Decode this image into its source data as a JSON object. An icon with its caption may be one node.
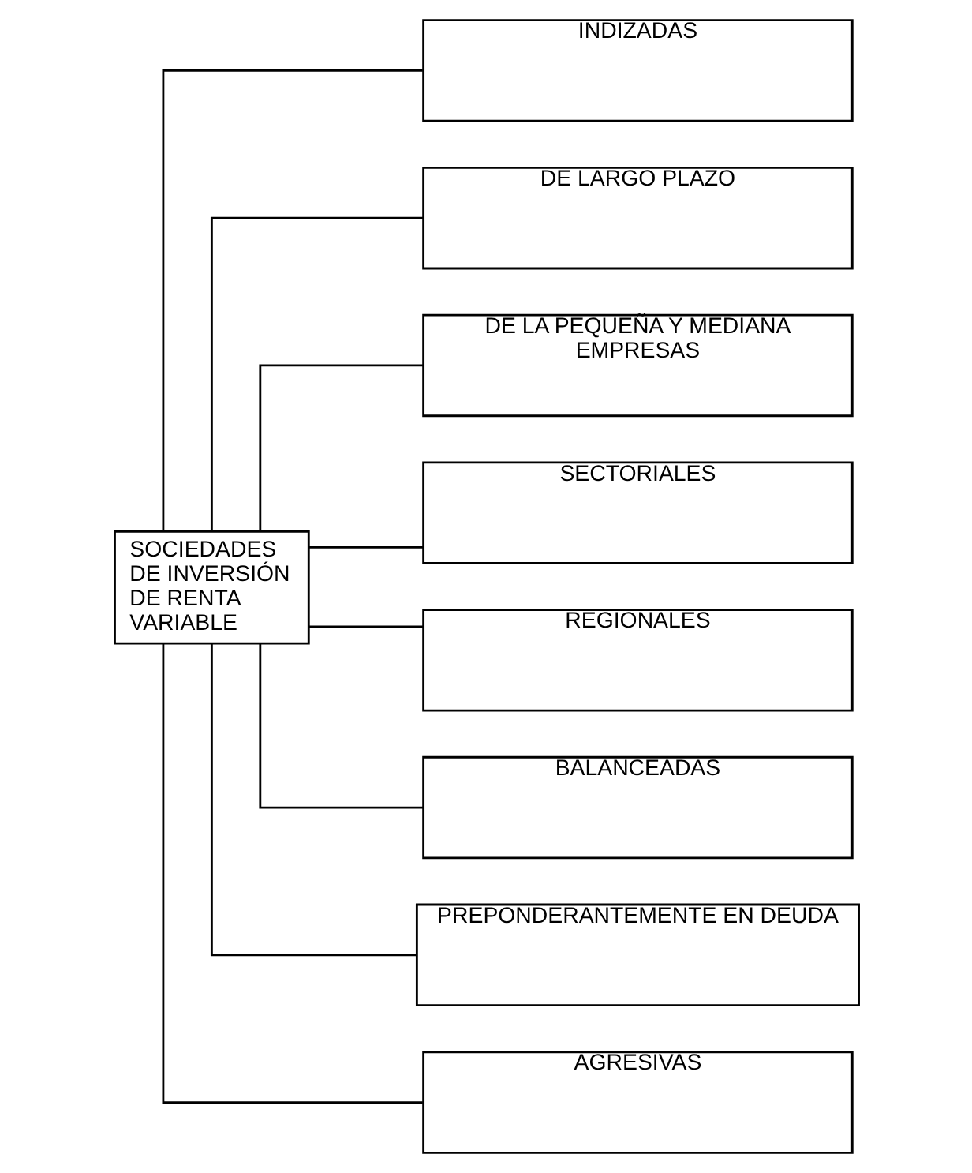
{
  "diagram": {
    "nodes": [
      {
        "text": [
          "SOCIEDADES DE INVERSIÓN DE RENTA VARIABLE"
        ]
      },
      {
        "text": [
          "INDIZADAS"
        ]
      },
      {
        "text": [
          "DE LARGO PLAZO"
        ]
      },
      {
        "text": [
          "DE LA PEQUEÑA Y MEDIANA EMPRESAS"
        ]
      },
      {
        "text": [
          "SECTORIALES"
        ]
      },
      {
        "text": [
          "REGIONALES"
        ]
      },
      {
        "text": [
          "BALANCEADAS"
        ]
      },
      {
        "text": [
          "PREPONDERANTEMENTE EN DEUDA"
        ]
      },
      {
        "text": [
          "AGRESIVAS"
        ]
      }
    ],
    "edges": [
      {
        "from": 0,
        "to": 1,
        "arrow": "none"
      },
      {
        "from": 0,
        "to": 2,
        "arrow": "none"
      },
      {
        "from": 0,
        "to": 3,
        "arrow": "none"
      },
      {
        "from": 0,
        "to": 4,
        "arrow": "none"
      },
      {
        "from": 0,
        "to": 5,
        "arrow": "none"
      },
      {
        "from": 0,
        "to": 6,
        "arrow": "none"
      },
      {
        "from": 0,
        "to": 7,
        "arrow": "none"
      },
      {
        "from": 0,
        "to": 8,
        "arrow": "none"
      }
    ]
  }
}
